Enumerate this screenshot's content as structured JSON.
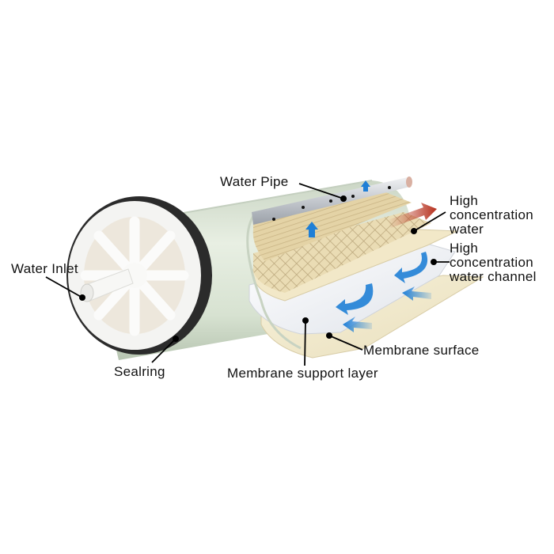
{
  "diagram": {
    "subject": "Reverse osmosis membrane element cutaway",
    "labels": {
      "water_pipe": "Water Pipe",
      "high_conc_water": "High\nconcentration\nwater",
      "high_conc_channel": "High\nconcentration\nwater channel",
      "water_inlet": "Water Inlet",
      "sealring": "Sealring",
      "membrane_surface": "Membrane surface",
      "membrane_support": "Membrane support layer"
    },
    "colors": {
      "housing": "#dfe8d9",
      "housing_shadow": "#b9c7b4",
      "end_cap": "#f4f4f2",
      "seal_ring": "#2b2b2b",
      "pipe": "#c9ccd2",
      "mesh": "#e6d6ae",
      "membrane_white": "#f1f1f3",
      "membrane_cream": "#f0e7c8",
      "flow_arrow_blue": "#1f7fd6",
      "flow_arrow_red": "#b6301d",
      "leader_line": "#000000"
    }
  }
}
